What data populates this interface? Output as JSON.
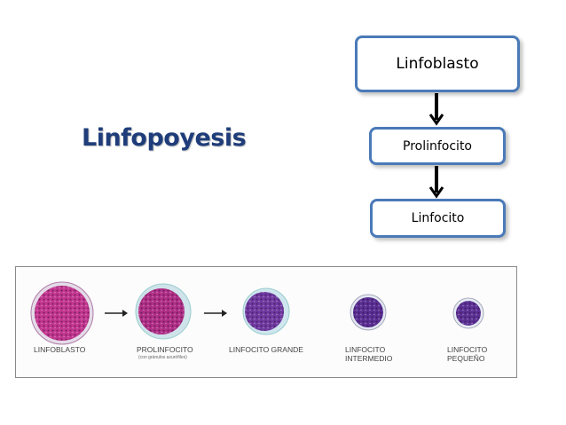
{
  "title": "Linfopoyesis",
  "flow": {
    "boxes": [
      "Linfoblasto",
      "Prolinfocito",
      "Linfocito"
    ]
  },
  "strip": {
    "cells": [
      {
        "label": "LINFOBLASTO",
        "label2": "",
        "sub": "",
        "color": "#c2368f"
      },
      {
        "label": "PROLINFOCITO",
        "label2": "",
        "sub": "(con gránulos azurófilos)",
        "color": "#b02f87"
      },
      {
        "label": "LINFOCITO GRANDE",
        "label2": "",
        "sub": "",
        "color": "#6f3aa0"
      },
      {
        "label": "LINFOCITO",
        "label2": "INTERMEDIO",
        "sub": "",
        "color": "#5a2f93"
      },
      {
        "label": "LINFOCITO",
        "label2": "PEQUEÑO",
        "sub": "",
        "color": "#5c3194"
      }
    ]
  },
  "colors": {
    "title": "#1f3d7a",
    "box_border": "#4a7ab8"
  }
}
